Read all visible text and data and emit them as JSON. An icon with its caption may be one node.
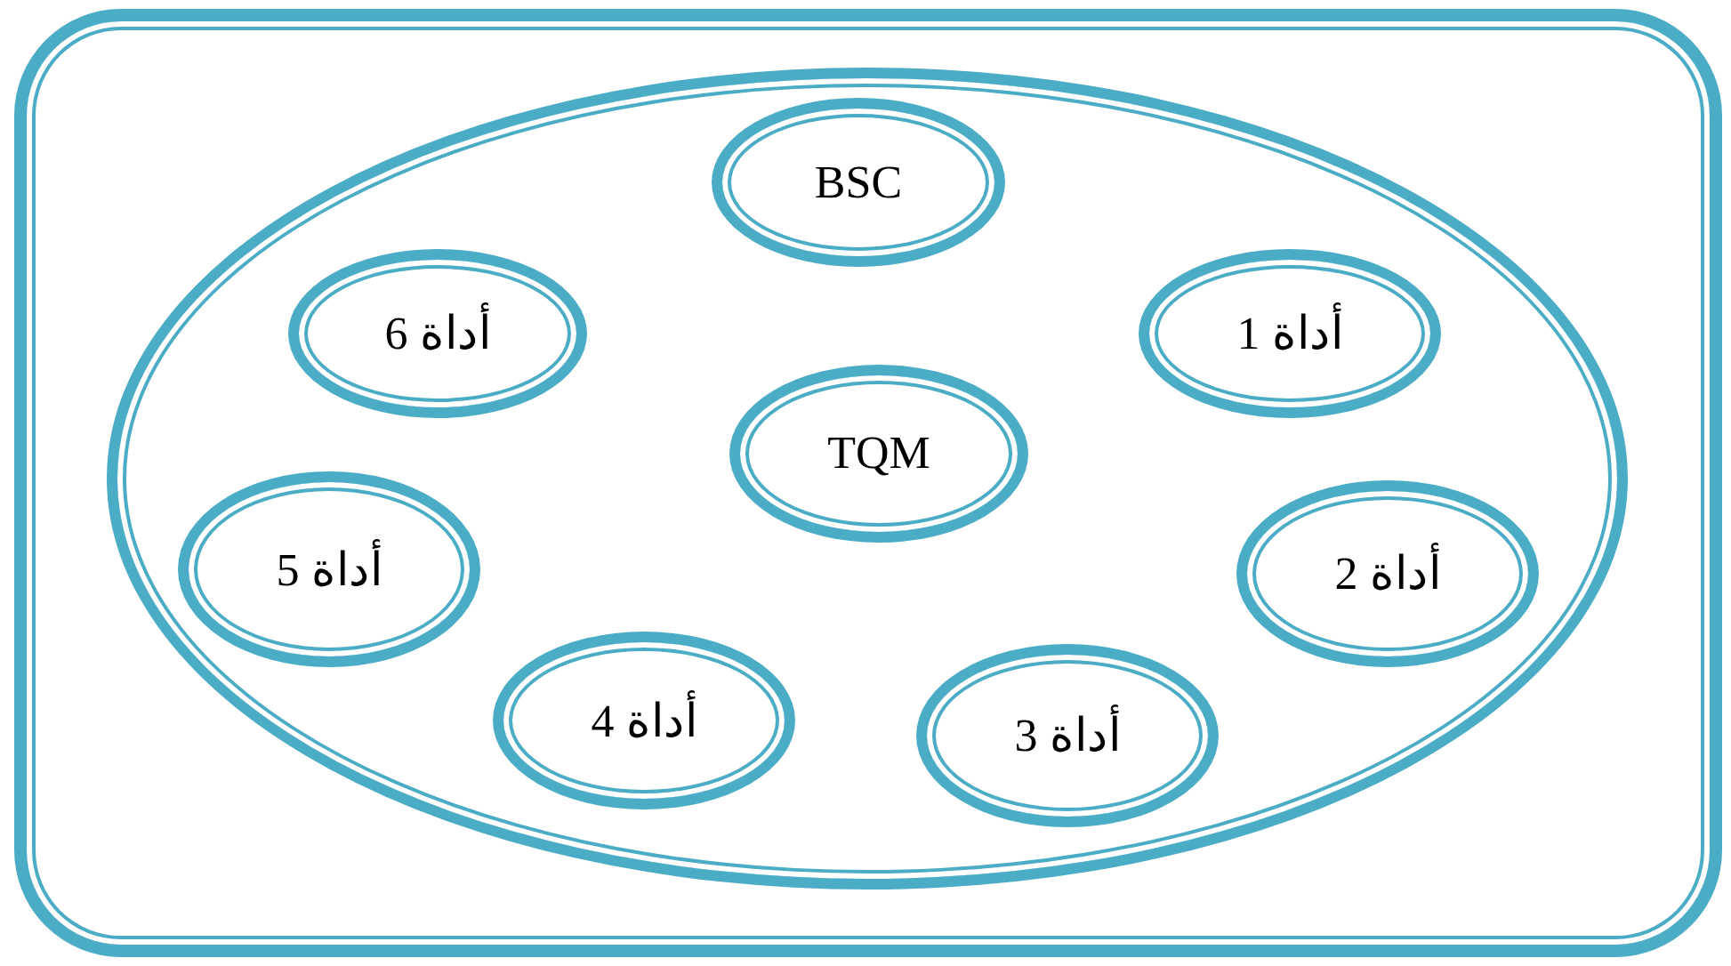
{
  "diagram": {
    "nodes": [
      {
        "text": [],
        "shape": "box"
      },
      {
        "text": [],
        "shape": "ellipse",
        "in": 0
      },
      {
        "text": [
          "BSC"
        ],
        "in": 1
      },
      {
        "text": [
          "أداة 6"
        ],
        "in": 1
      },
      {
        "text": [
          "أداة 1"
        ],
        "in": 1
      },
      {
        "text": [
          "TQM"
        ],
        "in": 1
      },
      {
        "text": [
          "أداة 5"
        ],
        "in": 1
      },
      {
        "text": [
          "أداة 2"
        ],
        "in": 1
      },
      {
        "text": [
          "أداة 4"
        ],
        "in": 1
      },
      {
        "text": [
          "أداة 3"
        ],
        "in": 1
      }
    ],
    "edges": []
  }
}
